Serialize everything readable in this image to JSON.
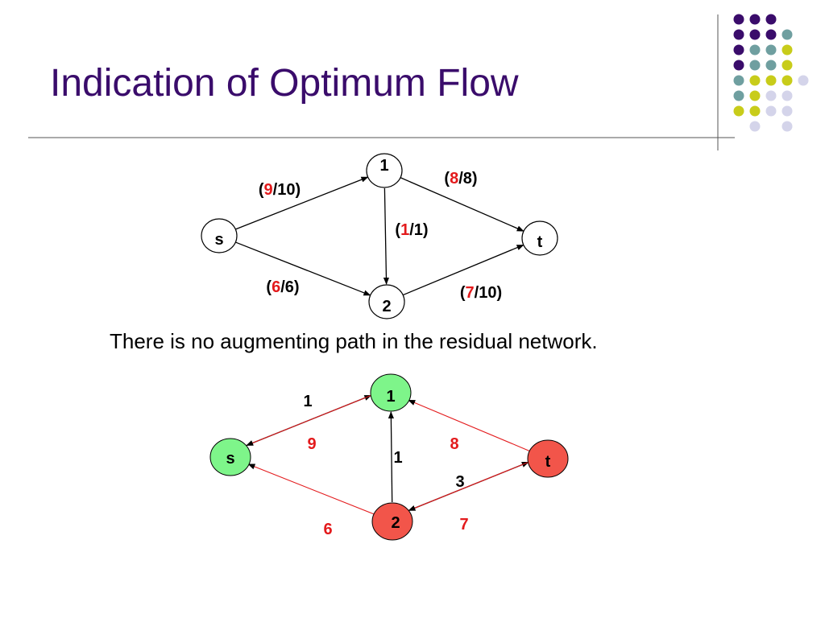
{
  "slide": {
    "title": "Indication of Optimum Flow",
    "caption": "There is no augmenting path in the residual network."
  },
  "colors": {
    "title": "#3a0c6b",
    "flow_highlight": "#e31a1c",
    "residual_back_edge": "#e31a1c",
    "source_side_node": "#7ef58a",
    "sink_side_node": "#f2554a",
    "dot_purple": "#3a0c6b",
    "dot_teal": "#6f9fa0",
    "dot_lime": "#c8cc1a",
    "dot_lavender": "#d4d4ea"
  },
  "flow_network": {
    "nodes": [
      {
        "id": "s",
        "label": "s"
      },
      {
        "id": "1",
        "label": "1"
      },
      {
        "id": "2",
        "label": "2"
      },
      {
        "id": "t",
        "label": "t"
      }
    ],
    "edges": [
      {
        "from": "s",
        "to": "1",
        "flow": "9",
        "capacity": "10"
      },
      {
        "from": "1",
        "to": "t",
        "flow": "8",
        "capacity": "8"
      },
      {
        "from": "1",
        "to": "2",
        "flow": "1",
        "capacity": "1"
      },
      {
        "from": "s",
        "to": "2",
        "flow": "6",
        "capacity": "6"
      },
      {
        "from": "2",
        "to": "t",
        "flow": "7",
        "capacity": "10"
      }
    ]
  },
  "residual_network": {
    "nodes": [
      {
        "id": "s",
        "label": "s",
        "side": "source"
      },
      {
        "id": "1",
        "label": "1",
        "side": "source"
      },
      {
        "id": "2",
        "label": "2",
        "side": "sink"
      },
      {
        "id": "t",
        "label": "t",
        "side": "sink"
      }
    ],
    "edges": [
      {
        "from": "s",
        "to": "1",
        "label": "1",
        "kind": "forward"
      },
      {
        "from": "1",
        "to": "s",
        "label": "9",
        "kind": "backward"
      },
      {
        "from": "t",
        "to": "1",
        "label": "8",
        "kind": "backward"
      },
      {
        "from": "2",
        "to": "1",
        "label": "1",
        "kind": "forward"
      },
      {
        "from": "2",
        "to": "t",
        "label": "3",
        "kind": "forward"
      },
      {
        "from": "t",
        "to": "2",
        "label": "7",
        "kind": "backward"
      },
      {
        "from": "2",
        "to": "s",
        "label": "6",
        "kind": "backward"
      }
    ]
  }
}
